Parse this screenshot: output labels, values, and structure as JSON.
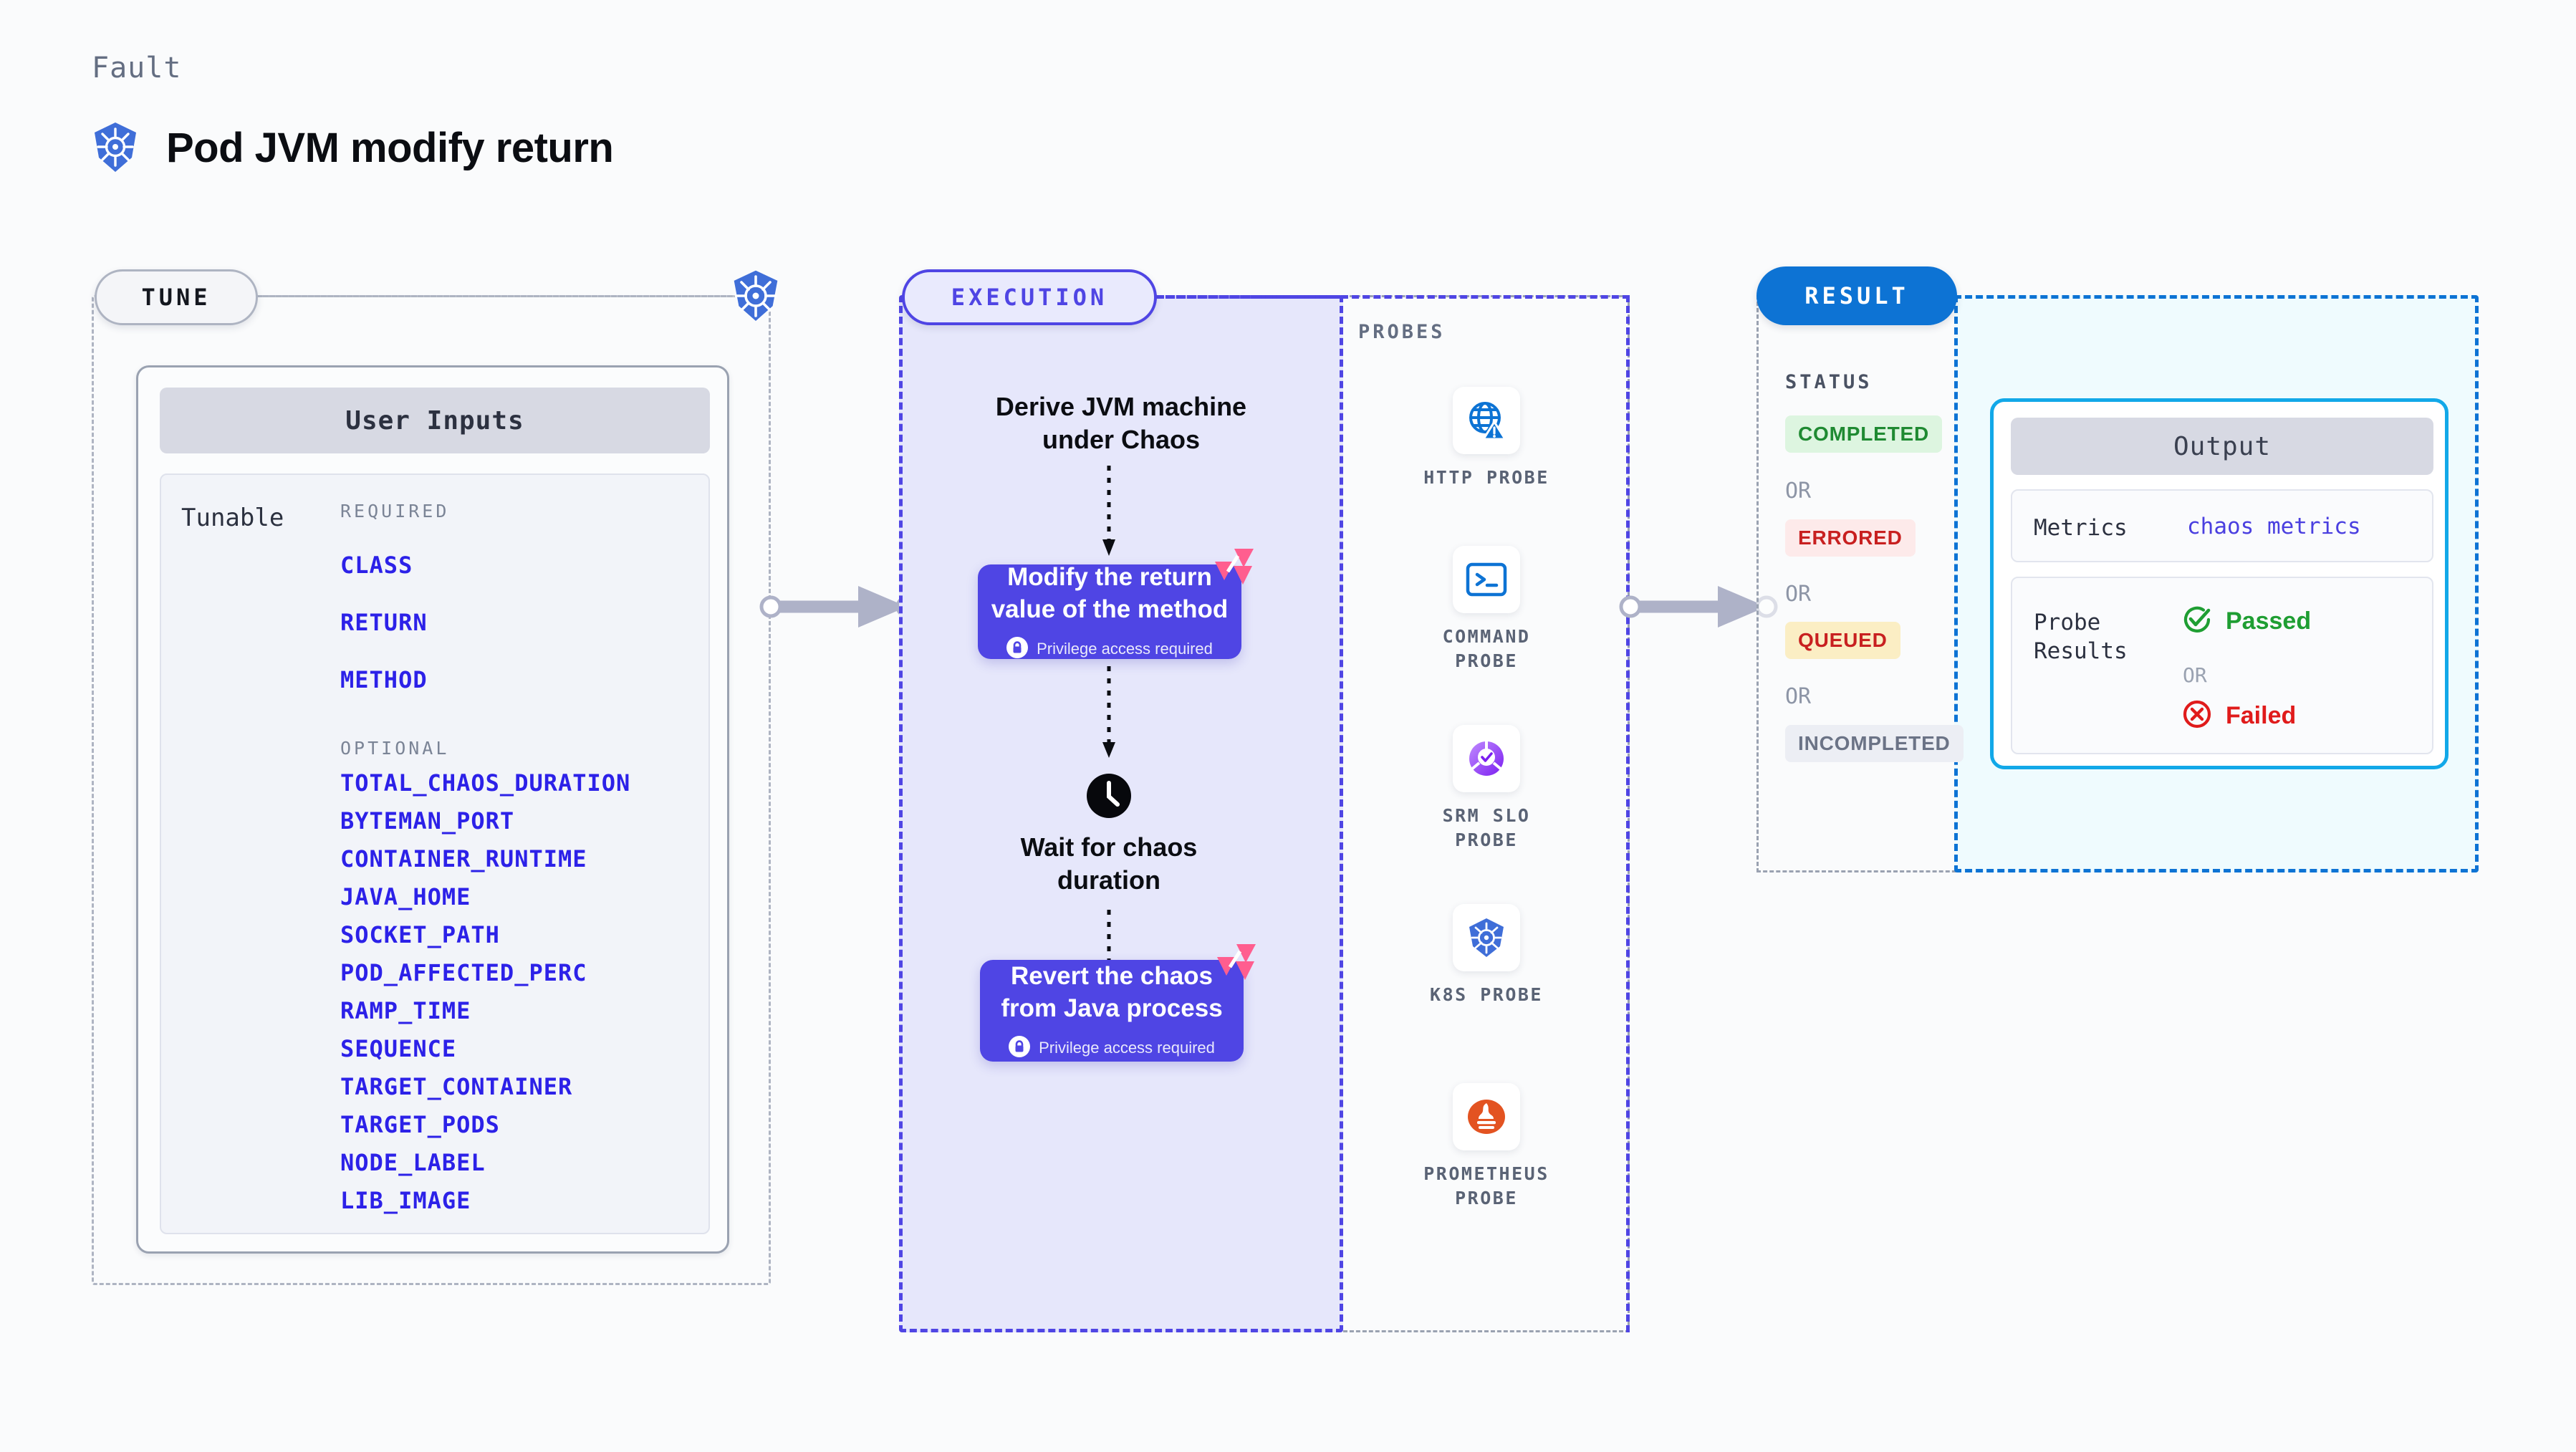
{
  "header": {
    "eyebrow": "Fault",
    "title": "Pod JVM modify return",
    "logo_icon": "kubernetes-icon"
  },
  "tune": {
    "pill_label": "TUNE",
    "badge_icon": "kubernetes-icon",
    "card": {
      "header": "User Inputs",
      "row_label": "Tunable",
      "required_label": "REQUIRED",
      "required": [
        "CLASS",
        "RETURN",
        "METHOD"
      ],
      "optional_label": "OPTIONAL",
      "optional": [
        "TOTAL_CHAOS_DURATION",
        "BYTEMAN_PORT",
        "CONTAINER_RUNTIME",
        "JAVA_HOME",
        "SOCKET_PATH",
        "POD_AFFECTED_PERC",
        "RAMP_TIME",
        "SEQUENCE",
        "TARGET_CONTAINER",
        "TARGET_PODS",
        "NODE_LABEL",
        "LIB_IMAGE"
      ]
    }
  },
  "execution": {
    "pill_label": "EXECUTION",
    "step1_title": "Derive JVM machine\nunder Chaos",
    "step2": {
      "text": "Modify the return\nvalue of the method",
      "privilege_note": "Privilege access required",
      "lock_icon": "lock-icon",
      "corner_icon": "litmuschaos-icon"
    },
    "wait": {
      "icon": "clock-icon",
      "title": "Wait for chaos\nduration"
    },
    "step3": {
      "text": "Revert the chaos\nfrom Java process",
      "privilege_note": "Privilege access required",
      "lock_icon": "lock-icon",
      "corner_icon": "litmuschaos-icon"
    }
  },
  "probes": {
    "section_label": "PROBES",
    "items": [
      {
        "name": "HTTP  PROBE",
        "icon": "globe-warning-icon"
      },
      {
        "name": "COMMAND\nPROBE",
        "icon": "terminal-icon"
      },
      {
        "name": "SRM  SLO\nPROBE",
        "icon": "srm-slo-icon"
      },
      {
        "name": "K8S  PROBE",
        "icon": "kubernetes-icon"
      },
      {
        "name": "PROMETHEUS\nPROBE",
        "icon": "prometheus-icon"
      }
    ]
  },
  "result": {
    "pill_label": "RESULT",
    "status_label": "STATUS",
    "or_label": "OR",
    "statuses": [
      {
        "label": "COMPLETED",
        "text_color": "#1f8a32",
        "bg_color": "#ddf5e0"
      },
      {
        "label": "ERRORED",
        "text_color": "#c82020",
        "bg_color": "#fdeaea"
      },
      {
        "label": "QUEUED",
        "text_color": "#c82020",
        "bg_color": "#fbeec4"
      },
      {
        "label": "INCOMPLETED",
        "text_color": "#6b7386",
        "bg_color": "#eceef4"
      }
    ],
    "output": {
      "header": "Output",
      "metrics_key": "Metrics",
      "metrics_value": "chaos metrics",
      "probe_results_key": "Probe\nResults",
      "passed_label": "Passed",
      "passed_icon": "check-circle-icon",
      "or_label": "OR",
      "failed_label": "Failed",
      "failed_icon": "x-circle-icon"
    }
  },
  "colors": {
    "execution_purple": "#4f45e4",
    "result_blue": "#0d73d4",
    "output_cyan": "#12a8e8",
    "param_blue": "#2c21e8",
    "litmus_pink": "#ff5e8f"
  }
}
